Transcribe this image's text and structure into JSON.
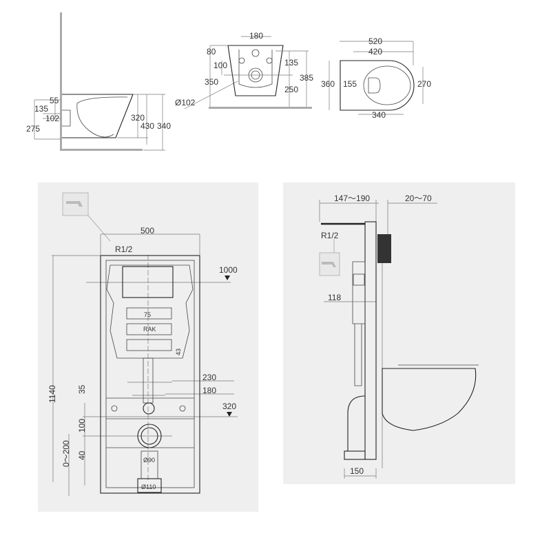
{
  "side_view": {
    "dims": [
      "55",
      "135",
      "102",
      "275",
      "320",
      "430",
      "340"
    ],
    "diameter": "Ø102"
  },
  "front_view": {
    "dims": [
      "180",
      "80",
      "100",
      "135",
      "350",
      "385",
      "250"
    ]
  },
  "top_view": {
    "dims": [
      "520",
      "420",
      "360",
      "155",
      "270",
      "340"
    ]
  },
  "frame_front": {
    "width": "500",
    "inlet": "R1/2",
    "flush_height": "1000",
    "button_spacing": "75",
    "brand": "RAK",
    "dim_43": "43",
    "dim_230": "230",
    "dim_180": "180",
    "bolt_height": "320",
    "height": "1140",
    "dim_35": "35",
    "dim_100": "100",
    "dim_40": "40",
    "adjust": "0～200",
    "d90": "Ø90",
    "d110": "Ø110",
    "icon": "water-tap-icon"
  },
  "frame_side": {
    "depth": "147～190",
    "offset": "20～70",
    "inlet": "R1/2",
    "dim_118": "118",
    "dim_150": "150",
    "icon": "water-tap-icon"
  },
  "colors": {
    "panel": "#efefef",
    "line": "#222222"
  }
}
